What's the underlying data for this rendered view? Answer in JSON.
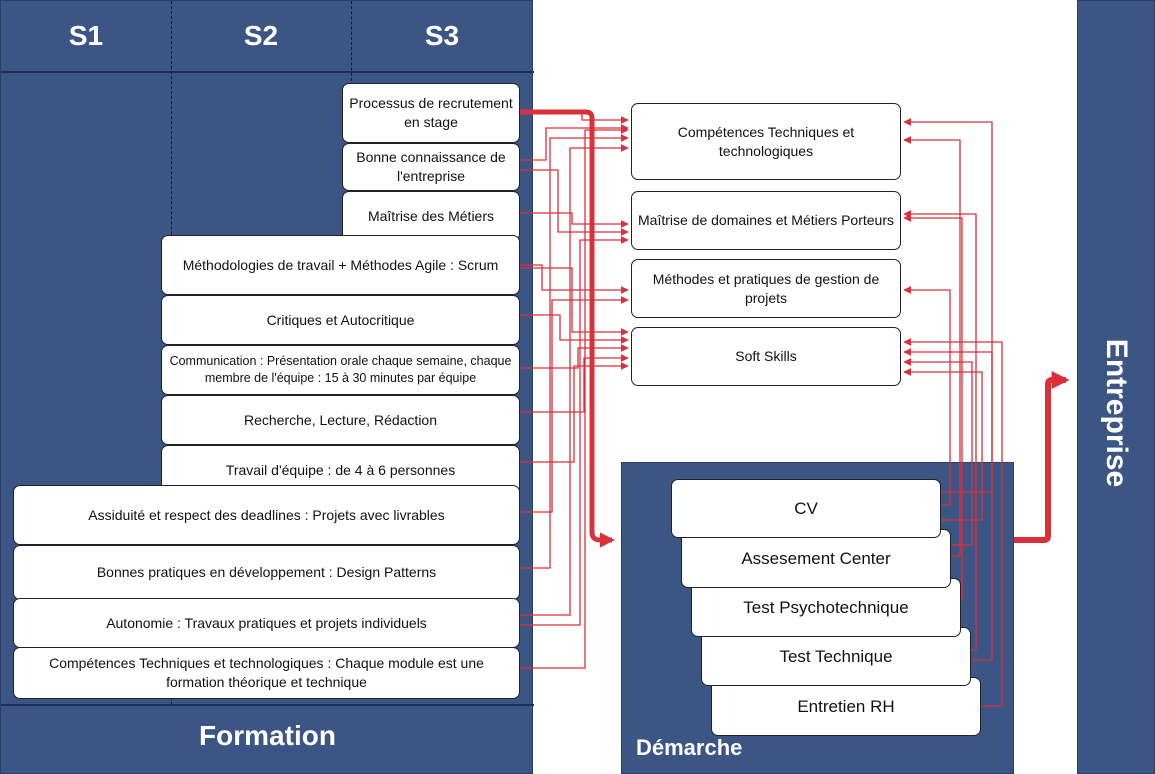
{
  "formation": {
    "title": "Formation",
    "semesters": [
      "S1",
      "S2",
      "S3"
    ],
    "items": [
      "Processus de recrutement en stage",
      "Bonne connaissance de l'entreprise",
      "Maîtrise des Métiers",
      "Méthodologies de travail + Méthodes Agile : Scrum",
      "Critiques et Autocritique",
      "Communication : Présentation orale chaque semaine, chaque membre de l'équipe : 15 à 30 minutes par équipe",
      "Recherche, Lecture, Rédaction",
      "Travail d'équipe : de 4 à 6 personnes",
      "Assiduité et respect des deadlines : Projets avec livrables",
      "Bonnes pratiques en développement : Design Patterns",
      "Autonomie : Travaux pratiques et projets individuels",
      "Compétences Techniques et technologiques : Chaque module est une formation théorique et technique"
    ]
  },
  "competences": [
    "Compétences Techniques et technologiques",
    "Maîtrise de domaines et Métiers Porteurs",
    "Méthodes et pratiques de gestion de projets",
    "Soft Skills"
  ],
  "demarche": {
    "title": "Démarche",
    "steps": [
      "CV",
      "Assesement Center",
      "Test Psychotechnique",
      "Test Technique",
      "Entretien RH"
    ]
  },
  "entreprise": {
    "title": "Entreprise"
  },
  "colors": {
    "navy": "#3b5585",
    "arrow": "#d9303a"
  }
}
